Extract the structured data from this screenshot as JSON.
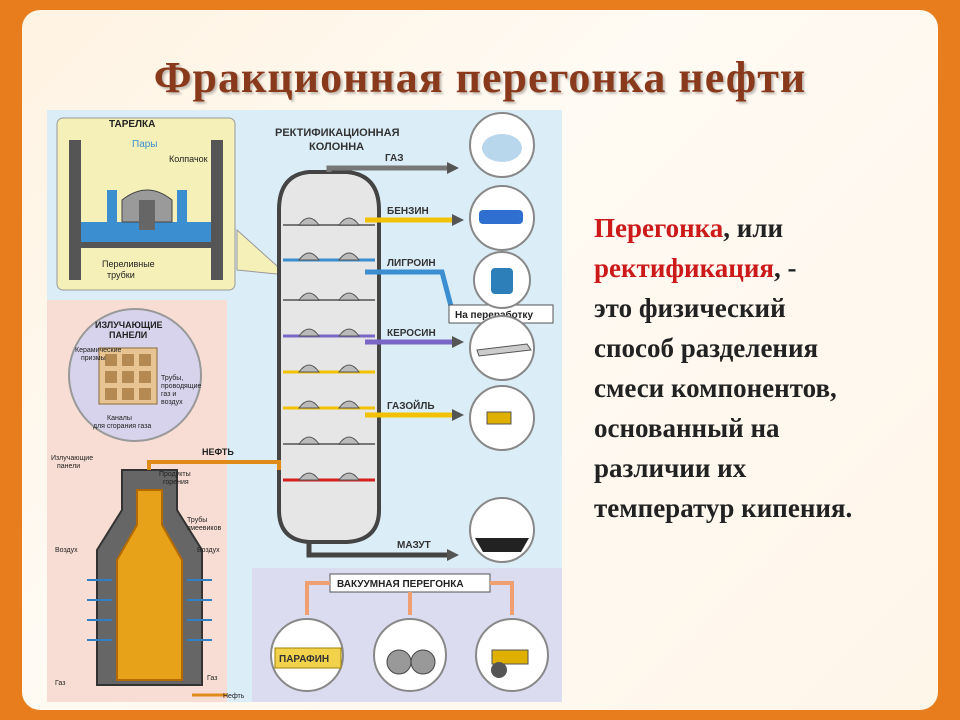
{
  "slide": {
    "title": "Фракционная перегонка нефти"
  },
  "definition": {
    "term1": "Перегонка",
    "connector": ", или",
    "term2": "ректификация",
    "dash": ", -",
    "line1": "это физический",
    "line2": "способ разделения",
    "line3": "смеси компонентов,",
    "line4": "основанный на",
    "line5": "различии их",
    "line6": "температур кипения."
  },
  "diagram": {
    "plate_label": "ТАРЕЛКА",
    "vapors": "Пары",
    "cap": "Колпачок",
    "overflow_1": "Переливные",
    "overflow_2": "трубки",
    "column_title_1": "РЕКТИФИКАЦИОННАЯ",
    "column_title_2": "КОЛОННА",
    "gas": "ГАЗ",
    "gasoline": "БЕНЗИН",
    "ligroin": "ЛИГРОИН",
    "recycle": "На переработку",
    "kerosene": "КЕРОСИН",
    "gasoil": "ГАЗОЙЛЬ",
    "mazut": "МАЗУТ",
    "vacuum": "ВАКУУМНАЯ ПЕРЕГОНКА",
    "paraffin": "ПАРАФИН",
    "radiant_1": "ИЗЛУЧАЮЩИЕ",
    "radiant_2": "ПАНЕЛИ",
    "ceramic_1": "Керамические",
    "ceramic_2": "призмы",
    "pipes_1": "Трубы,",
    "pipes_2": "проводящие",
    "pipes_3": "газ и",
    "pipes_4": "воздух",
    "channels_1": "Каналы",
    "channels_2": "для сгорания газа",
    "oil": "НЕФТЬ",
    "combustion_1": "Продукты",
    "combustion_2": "горения",
    "rad_left_1": "Излучающие",
    "rad_left_2": "панели",
    "coil_1": "Трубы",
    "coil_2": "змеевиков",
    "air_left": "Воздух",
    "air_right": "Воздух",
    "gas_left": "Газ",
    "gas_right": "Газ",
    "oil_in": "Нефть"
  },
  "colors": {
    "background": "#e87d1e",
    "title": "#8a3a1c",
    "accent": "#cc1a1a"
  }
}
